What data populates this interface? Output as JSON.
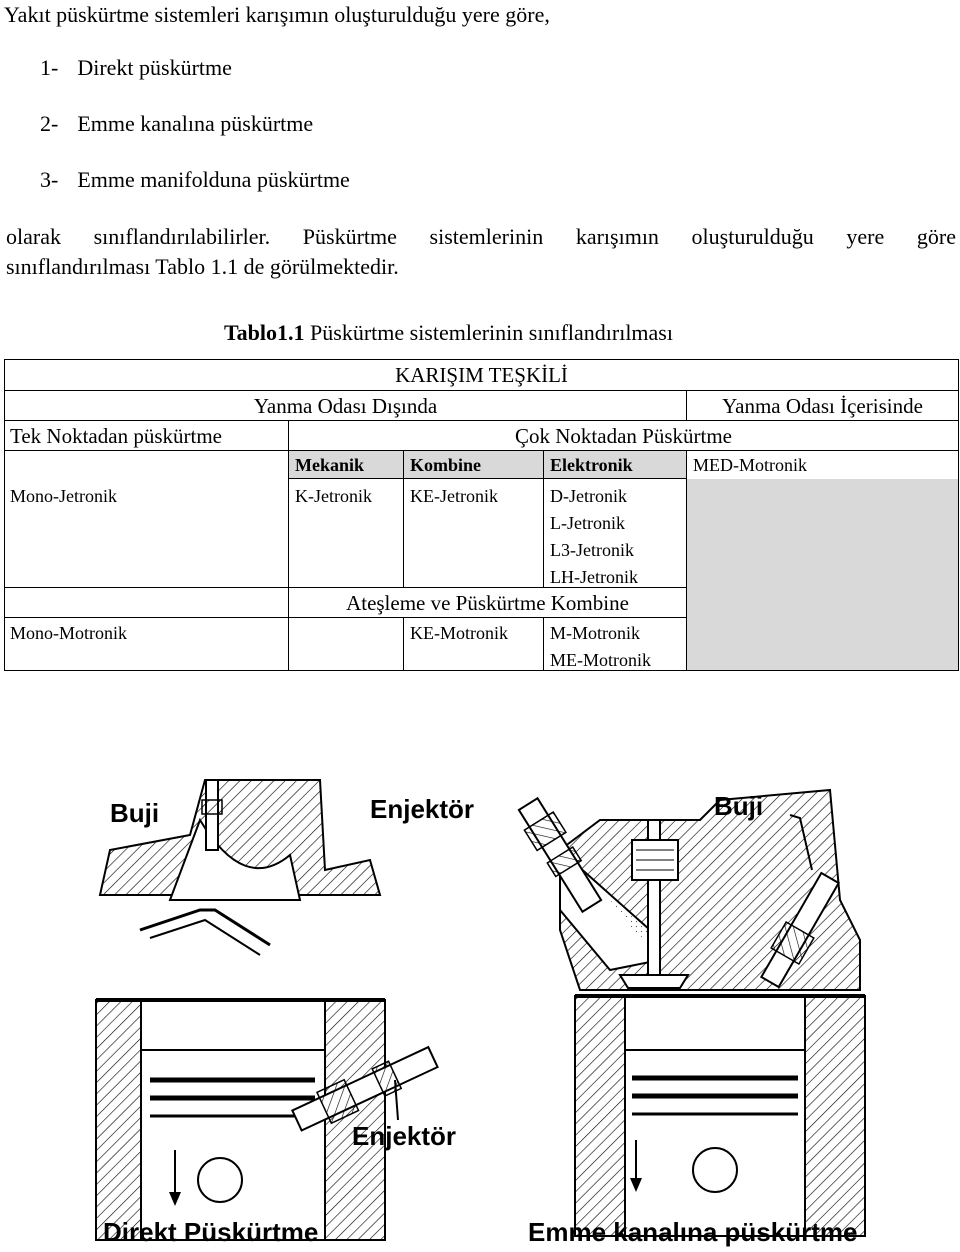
{
  "intro": "Yakıt püskürtme sistemleri karışımın oluşturulduğu yere göre,",
  "list": [
    {
      "num": "1-",
      "text": "Direkt püskürtme"
    },
    {
      "num": "2-",
      "text": "Emme kanalına püskürtme"
    },
    {
      "num": "3-",
      "text": "Emme manifolduna püskürtme"
    }
  ],
  "para_line1": "olarak sınıflandırılabilirler. Püskürtme sistemlerinin karışımın oluşturulduğu yere göre",
  "para_line2": "sınıflandırılması Tablo 1.1 de görülmektedir.",
  "table": {
    "caption_bold": "Tablo1.1",
    "caption_rest": " Püskürtme sistemlerinin sınıflandırılması",
    "header": "KARIŞIM TEŞKİLİ",
    "outside": "Yanma Odası Dışında",
    "inside": "Yanma Odası İçerisinde",
    "single_point": "Tek Noktadan püskürtme",
    "multi_point": "Çok Noktadan Püskürtme",
    "mechanical": "Mekanik",
    "combined": "Kombine",
    "electronic": "Elektronik",
    "med_motronic": "MED-Motronik",
    "mono_jetronic": "Mono-Jetronik",
    "k_jetronic": "K-Jetronik",
    "ke_jetronic": "KE-Jetronik",
    "electronic_list": [
      "D-Jetronik",
      "L-Jetronik",
      "L3-Jetronik",
      "LH-Jetronik"
    ],
    "ignition_combined": "Ateşleme ve Püskürtme Kombine",
    "mono_motronic": "Mono-Motronik",
    "ke_motronic": "KE-Motronik",
    "motronic_list": [
      "M-Motronik",
      "ME-Motronik"
    ]
  },
  "figure": {
    "left_spark": "Buji",
    "left_injector": "Enjektör",
    "right_injector": "Enjektör",
    "right_spark": "Buji",
    "left_caption": "Direkt Püskürtme",
    "right_caption": "Emme kanalına püskürtme"
  }
}
